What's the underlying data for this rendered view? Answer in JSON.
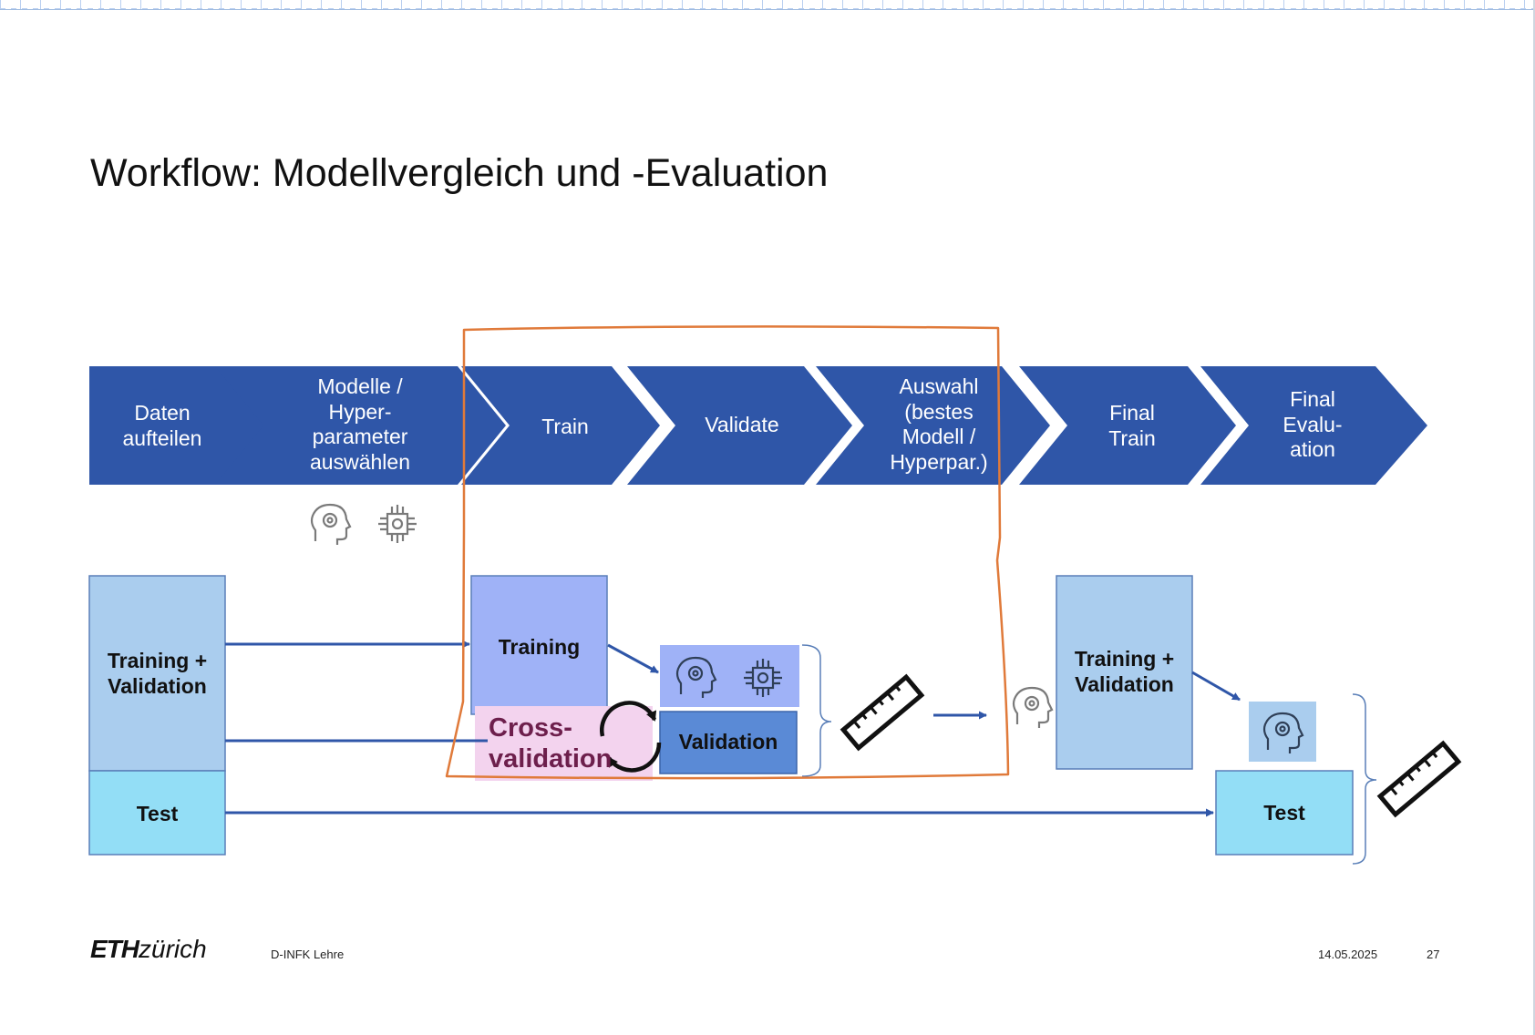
{
  "slide": {
    "title": "Workflow: Modellvergleich und -Evaluation"
  },
  "process": {
    "steps": [
      {
        "label": "Daten\naufteilen"
      },
      {
        "label": "Modelle /\nHyper-\nparameter\nauswählen"
      },
      {
        "label": "Train"
      },
      {
        "label": "Validate"
      },
      {
        "label": "Auswahl\n(bestes\nModell /\nHyperpar.)"
      },
      {
        "label": "Final\nTrain"
      },
      {
        "label": "Final\nEvalu-\nation"
      }
    ]
  },
  "boxes": {
    "training_validation": "Training +\nValidation",
    "test": "Test",
    "training": "Training",
    "validation": "Validation",
    "cross_validation": "Cross-\nvalidation",
    "final_training_validation": "Training +\nValidation",
    "final_test": "Test"
  },
  "icons": [
    "ai-head-gear-icon",
    "chip-icon",
    "ruler-icon",
    "cycle-arrows-icon"
  ],
  "footer": {
    "logo_bold": "ETH",
    "logo_light": "zürich",
    "department": "D-INFK Lehre",
    "date": "14.05.2025",
    "page": "27"
  },
  "colors": {
    "chevron": "#2f56a8",
    "box_light": "#aacdee",
    "box_test": "#93def6",
    "box_training": "#9fb2f7",
    "box_validation": "#5a8ad6",
    "cross_validation_bg": "#f3d3ee",
    "annotation": "#e07a3a"
  }
}
